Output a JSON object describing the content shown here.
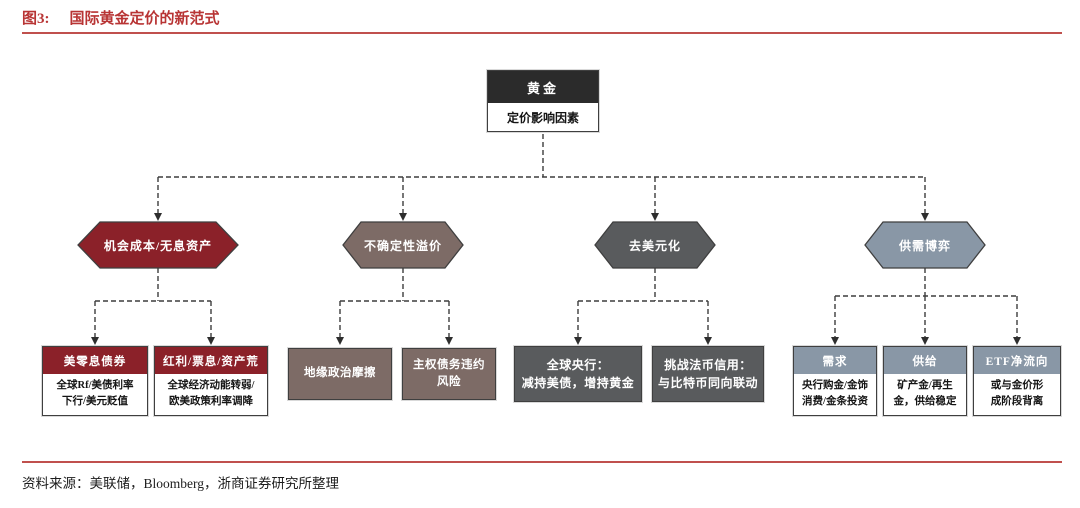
{
  "figure": {
    "label": "图3:",
    "title": "国际黄金定价的新范式"
  },
  "root": {
    "header": "黄金",
    "body": "定价影响因素"
  },
  "hexagons": [
    {
      "label": "机会成本/无息资产",
      "color": "#8b2129"
    },
    {
      "label": "不确定性溢价",
      "color": "#7d6b66"
    },
    {
      "label": "去美元化",
      "color": "#595b5d"
    },
    {
      "label": "供需博弈",
      "color": "#8997a6"
    }
  ],
  "leaves": {
    "opportunity": [
      {
        "header": "美零息债券",
        "line1": "全球Rf/美债利率",
        "line2": "下行/美元贬值"
      },
      {
        "header": "红利/票息/资产荒",
        "line1": "全球经济动能转弱/",
        "line2": "欧美政策利率调降"
      }
    ],
    "uncertainty": [
      {
        "line1": "地缘政治摩擦",
        "line2": ""
      },
      {
        "line1": "主权债务违约",
        "line2": "风险"
      }
    ],
    "dedollarization": [
      {
        "line1": "全球央行：",
        "line2": "减持美债，增持黄金"
      },
      {
        "line1": "挑战法币信用：",
        "line2": "与比特币同向联动"
      }
    ],
    "supply_demand": [
      {
        "header": "需求",
        "line1": "央行购金/金饰",
        "line2": "消费/金条投资"
      },
      {
        "header": "供给",
        "line1": "矿产金/再生",
        "line2": "金，供给稳定"
      },
      {
        "header": "ETF净流向",
        "line1": "或与金价形",
        "line2": "成阶段背离"
      }
    ]
  },
  "source_note": "资料来源：美联储，Bloomberg，浙商证券研究所整理",
  "colors": {
    "title_red": "#b83434",
    "rule_red": "#c0504d",
    "dark_red": "#8b2129",
    "mauve": "#7d6b66",
    "dark_gray": "#595b5d",
    "blue_gray": "#8997a6",
    "root_black": "#2b2b2b",
    "connector": "#3d3d3d"
  }
}
